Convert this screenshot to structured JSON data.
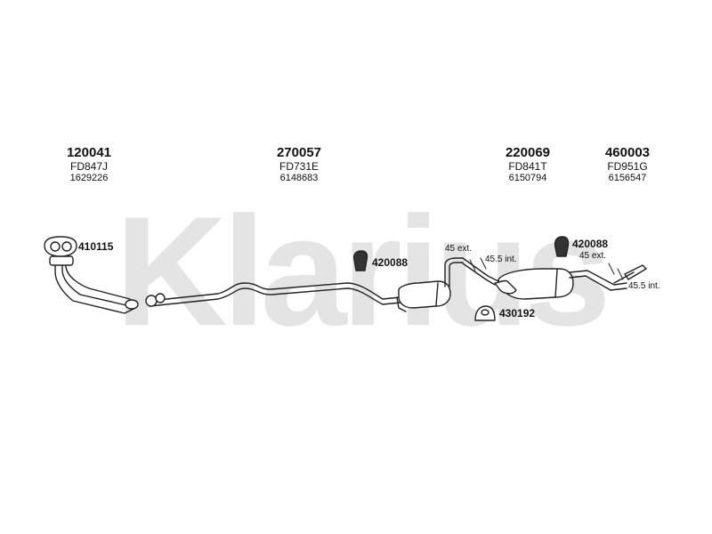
{
  "brand": {
    "watermark": "Klarius",
    "color": "#e2e2e2"
  },
  "parts": [
    {
      "number": "120041",
      "code": "FD847J",
      "oem": "1629226"
    },
    {
      "number": "270057",
      "code": "FD731E",
      "oem": "6148683"
    },
    {
      "number": "220069",
      "code": "FD841T",
      "oem": "6150794"
    },
    {
      "number": "460003",
      "code": "FD951G",
      "oem": "6156547"
    }
  ],
  "fittings": {
    "gasket": "410115",
    "hanger_a": "420088",
    "hanger_b": "420088",
    "clamp": "430192"
  },
  "dimensions": {
    "d1": "45 ext.",
    "d2": "45.5 int.",
    "d3": "45 ext.",
    "d4": "45.5 int."
  },
  "colors": {
    "line": "#222222",
    "fill": "#ffffff"
  }
}
